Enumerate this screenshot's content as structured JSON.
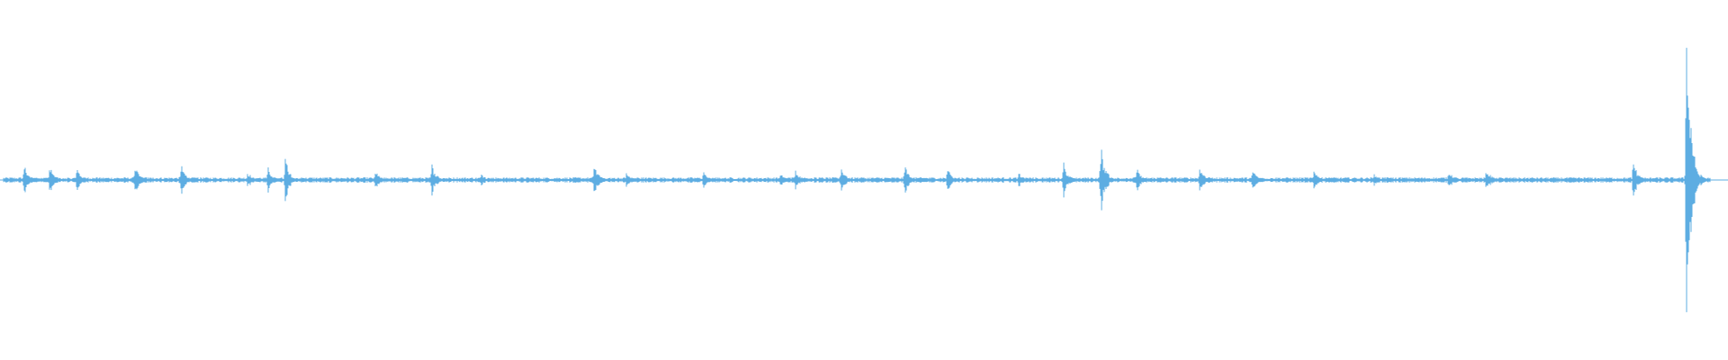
{
  "waveform": {
    "color": "#5dade2",
    "background": "#ffffff",
    "baseline_amplitude": 0.012,
    "peaks": [
      {
        "t": 0.012,
        "a": 0.09
      },
      {
        "t": 0.027,
        "a": 0.08
      },
      {
        "t": 0.043,
        "a": 0.07
      },
      {
        "t": 0.077,
        "a": 0.09
      },
      {
        "t": 0.104,
        "a": 0.09
      },
      {
        "t": 0.143,
        "a": 0.05
      },
      {
        "t": 0.155,
        "a": 0.07
      },
      {
        "t": 0.165,
        "a": 0.13
      },
      {
        "t": 0.218,
        "a": 0.05
      },
      {
        "t": 0.251,
        "a": 0.09
      },
      {
        "t": 0.28,
        "a": 0.04
      },
      {
        "t": 0.346,
        "a": 0.09
      },
      {
        "t": 0.365,
        "a": 0.04
      },
      {
        "t": 0.41,
        "a": 0.05
      },
      {
        "t": 0.455,
        "a": 0.04
      },
      {
        "t": 0.464,
        "a": 0.07
      },
      {
        "t": 0.491,
        "a": 0.08
      },
      {
        "t": 0.528,
        "a": 0.09
      },
      {
        "t": 0.553,
        "a": 0.07
      },
      {
        "t": 0.595,
        "a": 0.04
      },
      {
        "t": 0.621,
        "a": 0.11
      },
      {
        "t": 0.643,
        "a": 0.2
      },
      {
        "t": 0.664,
        "a": 0.07
      },
      {
        "t": 0.701,
        "a": 0.08
      },
      {
        "t": 0.732,
        "a": 0.06
      },
      {
        "t": 0.768,
        "a": 0.07
      },
      {
        "t": 0.803,
        "a": 0.04
      },
      {
        "t": 0.847,
        "a": 0.06
      },
      {
        "t": 0.869,
        "a": 0.07
      },
      {
        "t": 0.955,
        "a": 0.11
      },
      {
        "t": 0.986,
        "a": 0.95
      }
    ]
  }
}
